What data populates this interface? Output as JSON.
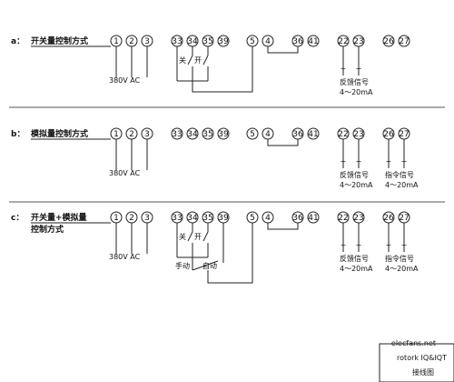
{
  "colors": {
    "line": "#222222",
    "background": "#ffffff",
    "separator": "#555555"
  },
  "rows": [
    {
      "prefix": "a：",
      "title": [
        "开关量控制方式"
      ],
      "terminals": [
        "1",
        "2",
        "3",
        "33",
        "34",
        "35",
        "39",
        "5",
        "4",
        "36",
        "41",
        "22",
        "23",
        "26",
        "27"
      ],
      "voltage": "380V AC",
      "switch_labels": [
        "关",
        "开"
      ],
      "feedback": {
        "plus": "+",
        "minus": "−",
        "label": "反馈信号",
        "range": "4～20mA"
      }
    },
    {
      "prefix": "b：",
      "title": [
        "模拟量控制方式"
      ],
      "terminals": [
        "1",
        "2",
        "3",
        "33",
        "34",
        "35",
        "39",
        "5",
        "4",
        "36",
        "41",
        "22",
        "23",
        "26",
        "27"
      ],
      "voltage": "380V AC",
      "feedback": {
        "plus": "+",
        "minus": "−",
        "label": "反馈信号",
        "range": "4～20mA"
      },
      "command": {
        "plus": "+",
        "minus": "−",
        "label": "指令信号",
        "range": "4～20mA"
      }
    },
    {
      "prefix": "c：",
      "title": [
        "开关量+模拟量",
        "控制方式"
      ],
      "terminals": [
        "1",
        "2",
        "3",
        "33",
        "34",
        "35",
        "39",
        "5",
        "4",
        "36",
        "41",
        "22",
        "23",
        "26",
        "27"
      ],
      "voltage": "380V AC",
      "switch_labels": [
        "关",
        "开"
      ],
      "mode_labels": [
        "手动",
        "自动"
      ],
      "feedback": {
        "plus": "+",
        "minus": "−",
        "label": "反馈信号",
        "range": "4～20mA"
      },
      "command": {
        "plus": "+",
        "minus": "−",
        "label": "指令信号",
        "range": "4～20mA"
      }
    }
  ],
  "footer": {
    "brand": "rotork  IQ&IQT",
    "caption": "接线图"
  },
  "watermark": "elecfans.net"
}
